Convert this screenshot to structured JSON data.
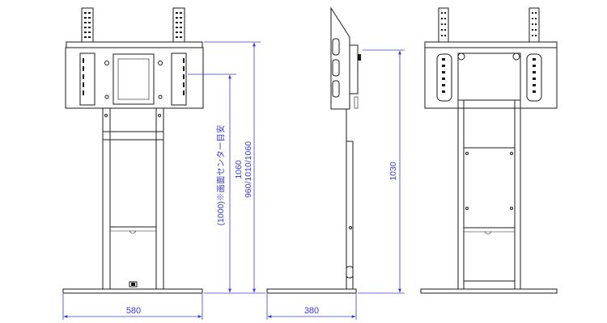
{
  "dimensions": {
    "front_width": "580",
    "front_height_1": "1060",
    "front_height_2": "960/1010/1060",
    "screen_center": "(1000)※画面センター目安",
    "side_depth": "380",
    "side_height": "1030"
  },
  "colors": {
    "line": "#1a1a1a",
    "dimension": "#3b3bd6",
    "background": "#ffffff"
  }
}
